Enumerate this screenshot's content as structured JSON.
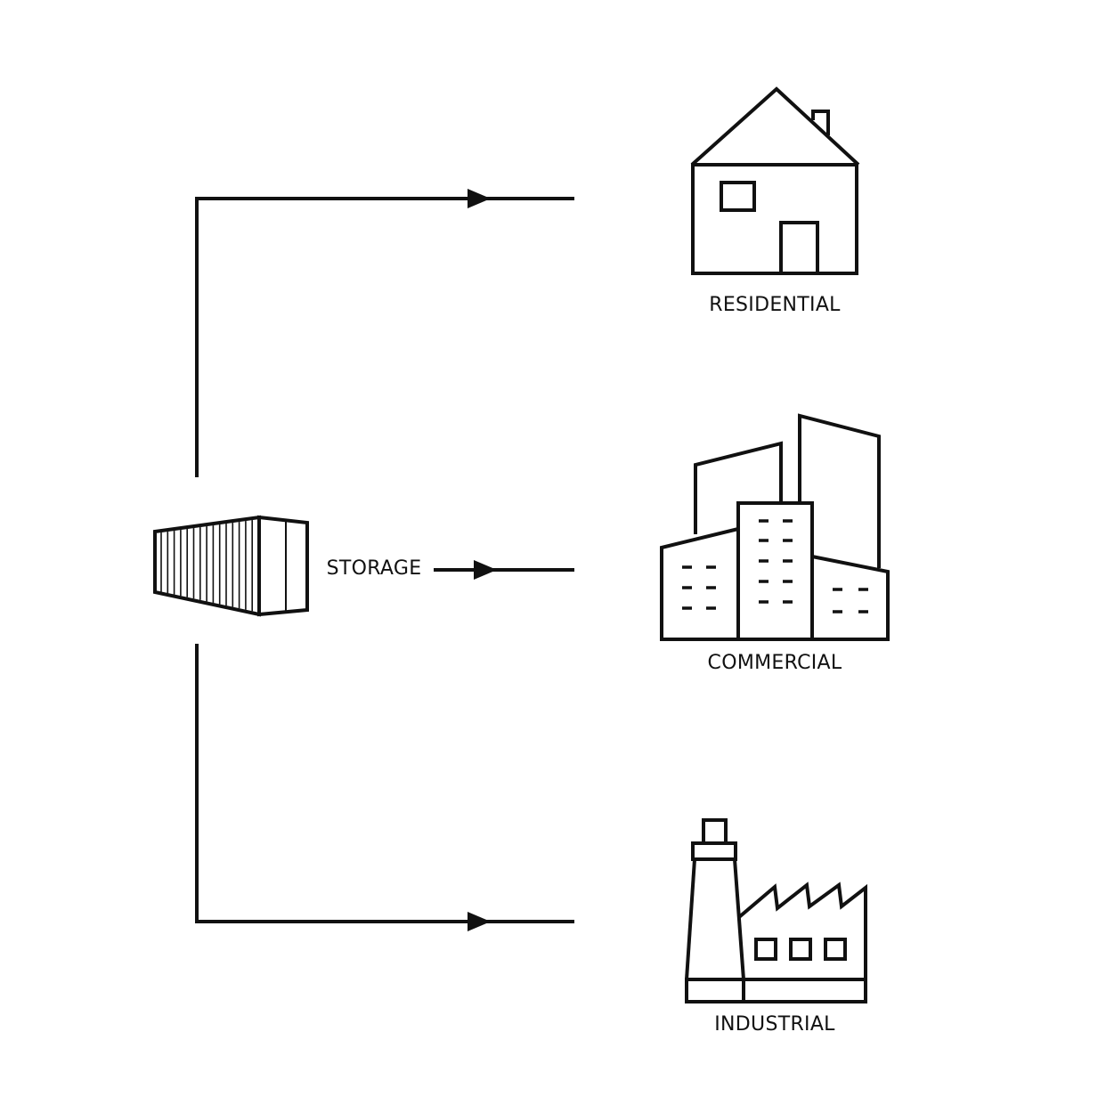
{
  "labels": {
    "storage": "STORAGE",
    "residential": "RESIDENTIAL",
    "commercial": "COMMERCIAL",
    "industrial": "INDUSTRIAL"
  },
  "colors": {
    "stroke": "#111111",
    "background": "#ffffff"
  }
}
